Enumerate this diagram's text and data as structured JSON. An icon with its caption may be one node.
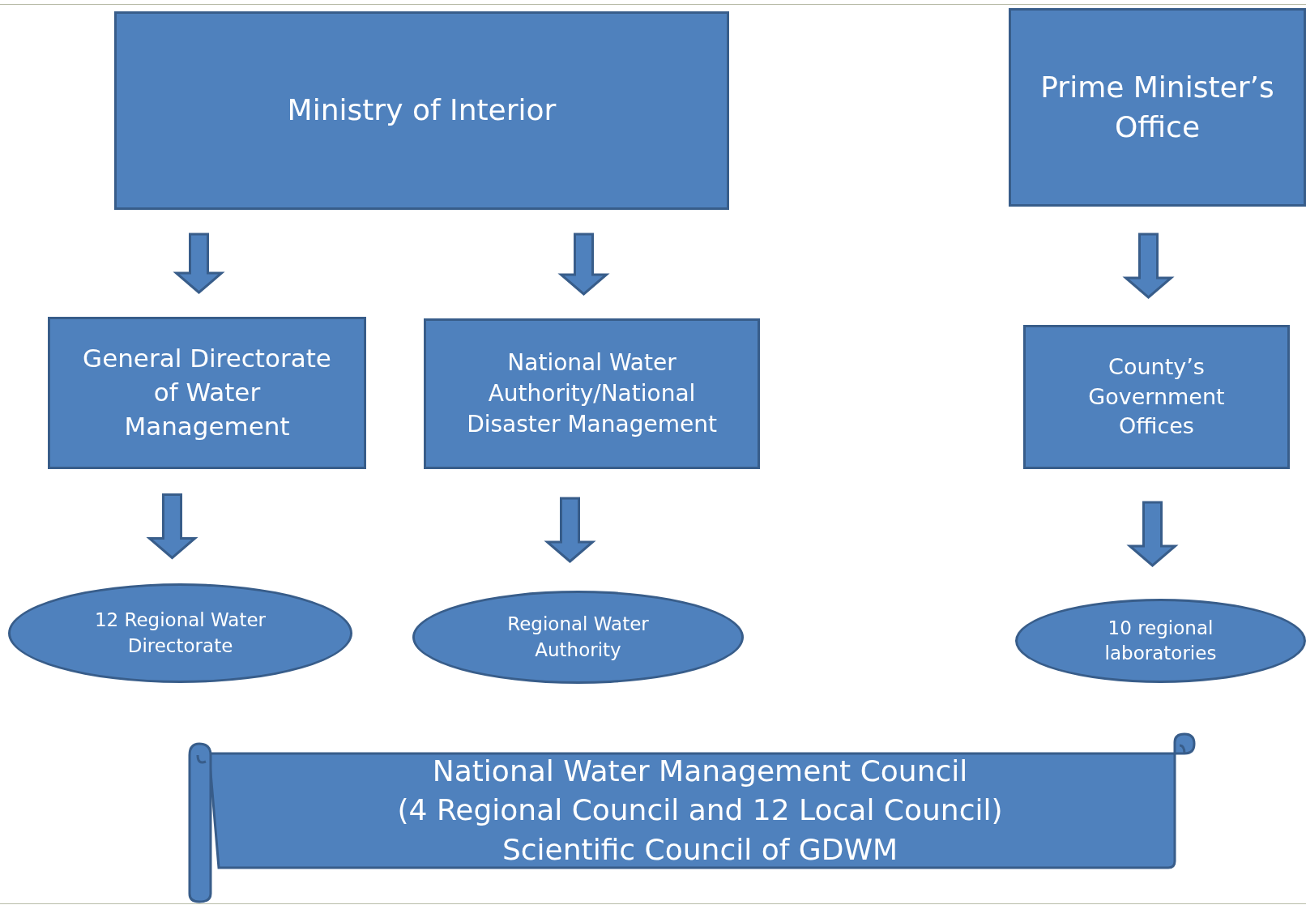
{
  "diagram": {
    "nodes": [
      {
        "text": [
          "Ministry of Interior"
        ]
      },
      {
        "text": [
          "Prime Minister’s Office"
        ]
      },
      {
        "text": [
          "General Directorate of Water Management"
        ]
      },
      {
        "text": [
          "National  Water Authority/National Disaster Management"
        ]
      },
      {
        "text": [
          "County’s Government Offices"
        ]
      },
      {
        "text": [
          "12 Regional Water Directorate"
        ]
      },
      {
        "text": [
          "Regional Water Authority"
        ]
      },
      {
        "text": [
          "10 regional laboratories"
        ]
      },
      {
        "text": [
          "National Water Management Council",
          "(4 Regional Council and 12 Local Council)",
          "Scientific Council of GDWM"
        ]
      }
    ],
    "edges": [
      {
        "from": 0,
        "to": 2,
        "arrow": "to"
      },
      {
        "from": 0,
        "to": 3,
        "arrow": "to"
      },
      {
        "from": 1,
        "to": 4,
        "arrow": "to"
      },
      {
        "from": 2,
        "to": 5,
        "arrow": "to"
      },
      {
        "from": 3,
        "to": 6,
        "arrow": "to"
      },
      {
        "from": 4,
        "to": 7,
        "arrow": "to"
      }
    ]
  }
}
